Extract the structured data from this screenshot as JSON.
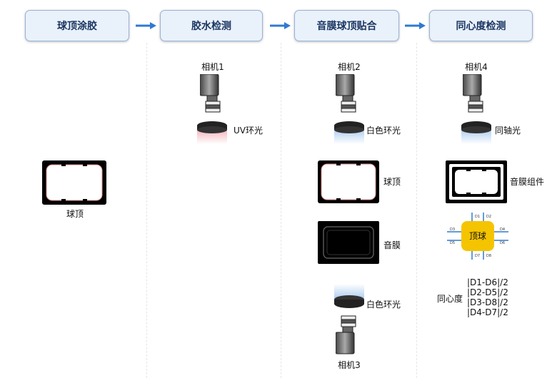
{
  "steps": [
    {
      "label": "球顶涂胶"
    },
    {
      "label": "胶水检测"
    },
    {
      "label": "音膜球顶贴合"
    },
    {
      "label": "同心度检测"
    }
  ],
  "col1": {
    "part_label": "球顶"
  },
  "col2": {
    "camera_label": "相机1",
    "light_label": "UV环光"
  },
  "col3": {
    "camera_top_label": "相机2",
    "light_top_label": "白色环光",
    "part1_label": "球顶",
    "part2_label": "音膜",
    "light_bottom_label": "白色环光",
    "camera_bottom_label": "相机3"
  },
  "col4": {
    "camera_label": "相机4",
    "light_label": "同轴光",
    "part_label": "音膜组件",
    "dome_text": "顶球",
    "d_labels": [
      "D1",
      "D2",
      "D3",
      "D4",
      "D5",
      "D6",
      "D7",
      "D8"
    ],
    "concentricity_label": "同心度",
    "formulas": [
      "|D1-D6|/2",
      "|D2-D5|/2",
      "|D3-D8|/2",
      "|D4-D7|/2"
    ]
  },
  "colors": {
    "step_fill": "#e9f1fb",
    "arrow": "#2f7ad1",
    "dome": "#f5c400",
    "uv_glow": "#f4a6ae",
    "white_glow": "#9ec4ec"
  }
}
